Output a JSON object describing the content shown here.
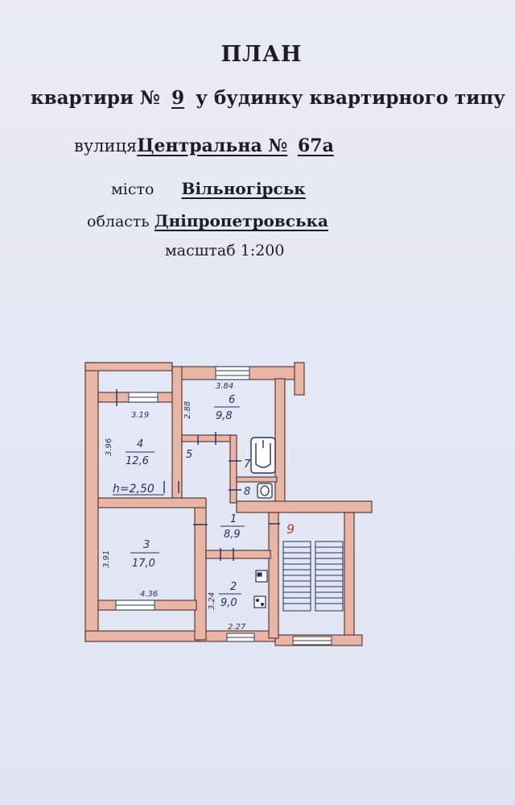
{
  "header": {
    "title": "ПЛАН",
    "apartment_prefix": "квартири №",
    "apartment_number": "9",
    "apartment_suffix": "у будинку квартирного типу",
    "street_label": "вулиця",
    "street_name": "Центральна №",
    "house_number": "67а",
    "city_label": "місто",
    "city_name": "Вільногірськ",
    "region_label": "область",
    "region_name": "Дніпропетровська",
    "scale_label": "масштаб 1:200"
  },
  "plan": {
    "colors": {
      "wall": "#e8b5a6",
      "wall_edge": "#5a3b3b",
      "ink": "#2a2e60",
      "marker": "#c2383c"
    },
    "rooms": [
      {
        "number": "1",
        "area": "8,9"
      },
      {
        "number": "2",
        "area": "9,0"
      },
      {
        "number": "3",
        "area": "17,0"
      },
      {
        "number": "4",
        "area": "12,6"
      },
      {
        "number": "5",
        "area": ""
      },
      {
        "number": "6",
        "area": "9,8"
      },
      {
        "number": "7",
        "area": ""
      },
      {
        "number": "8",
        "area": ""
      }
    ],
    "dimensions": {
      "room6_width": "3.84",
      "room6_depth": "2.88",
      "room4_width": "3.19",
      "room4_depth": "3.96",
      "room3_width": "4.36",
      "room3_depth": "3.91",
      "room2_width": "2.27",
      "room2_depth": "3.24"
    },
    "ceiling_height": "h=2,50",
    "apartment_marker": "9"
  }
}
